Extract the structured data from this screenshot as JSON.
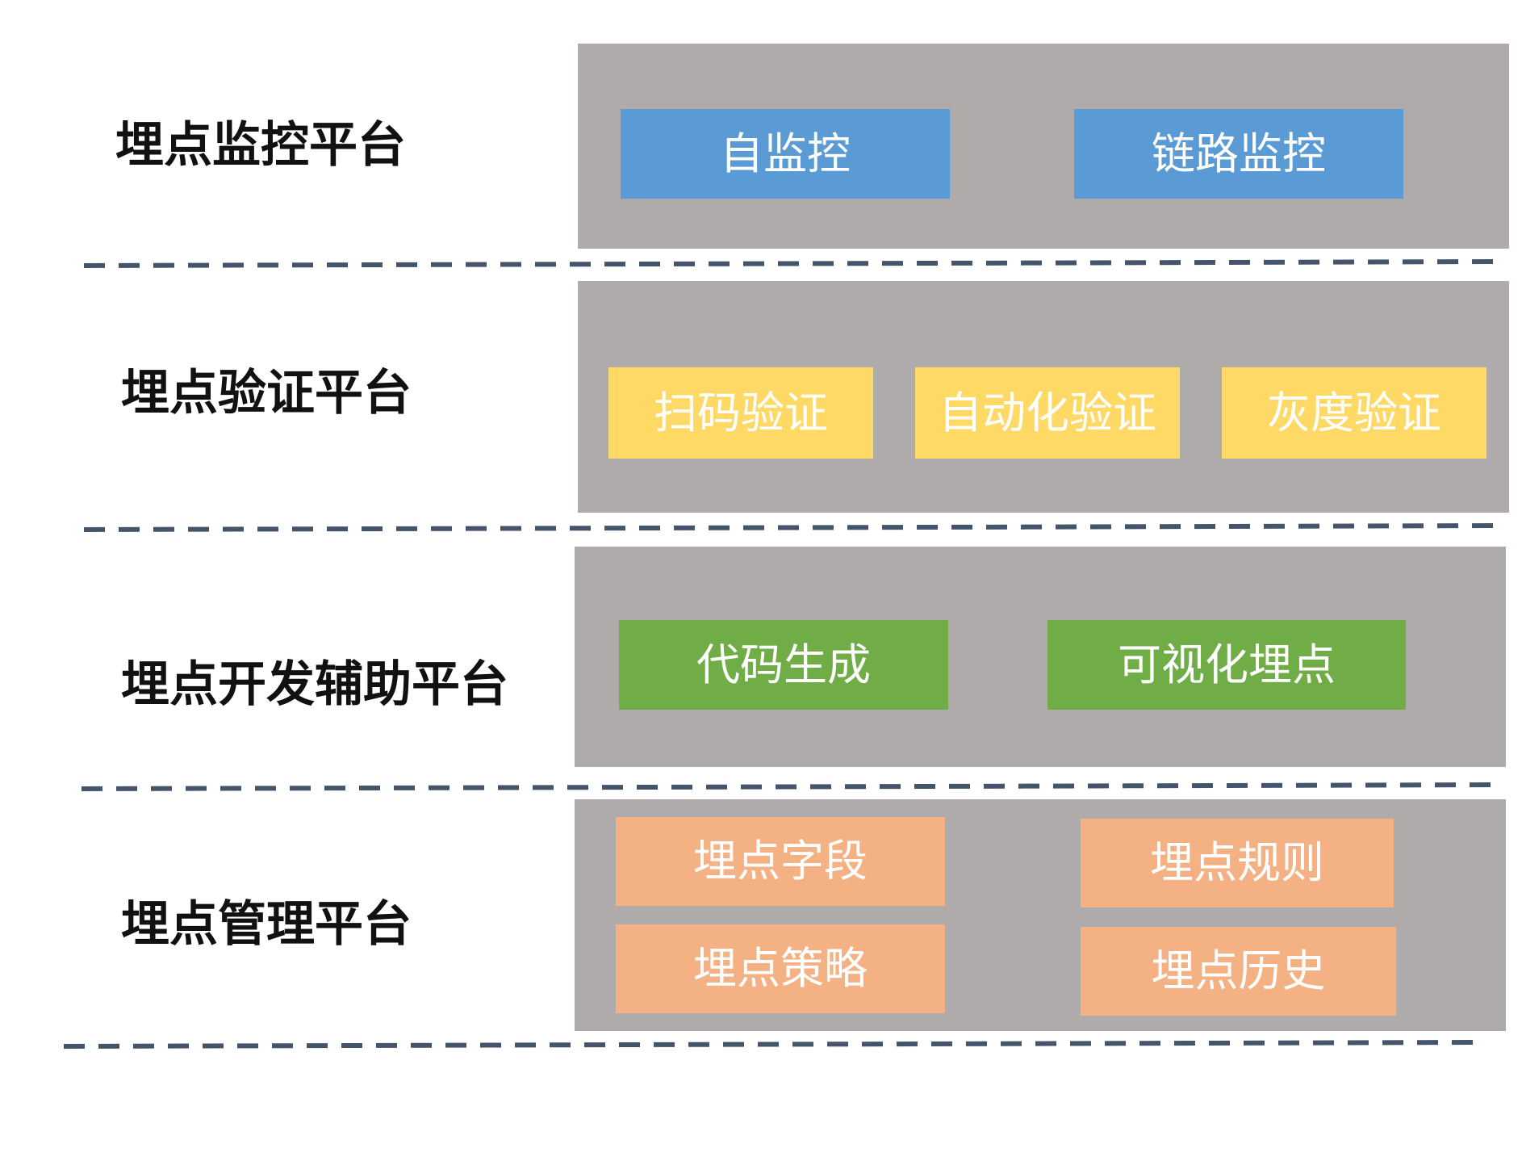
{
  "colors": {
    "panel": "#afabab",
    "blue": "#5b9bd5",
    "yellow": "#ffd966",
    "green": "#70ad47",
    "orange": "#f4b183",
    "dash": "#44546a"
  },
  "layers": {
    "monitor": {
      "title": "埋点监控平台",
      "items": [
        "自监控",
        "链路监控"
      ]
    },
    "verify": {
      "title": "埋点验证平台",
      "items": [
        "扫码验证",
        "自动化验证",
        "灰度验证"
      ]
    },
    "devassist": {
      "title": "埋点开发辅助平台",
      "items": [
        "代码生成",
        "可视化埋点"
      ]
    },
    "manage": {
      "title": "埋点管理平台",
      "items": [
        "埋点字段",
        "埋点规则",
        "埋点策略",
        "埋点历史"
      ]
    }
  }
}
